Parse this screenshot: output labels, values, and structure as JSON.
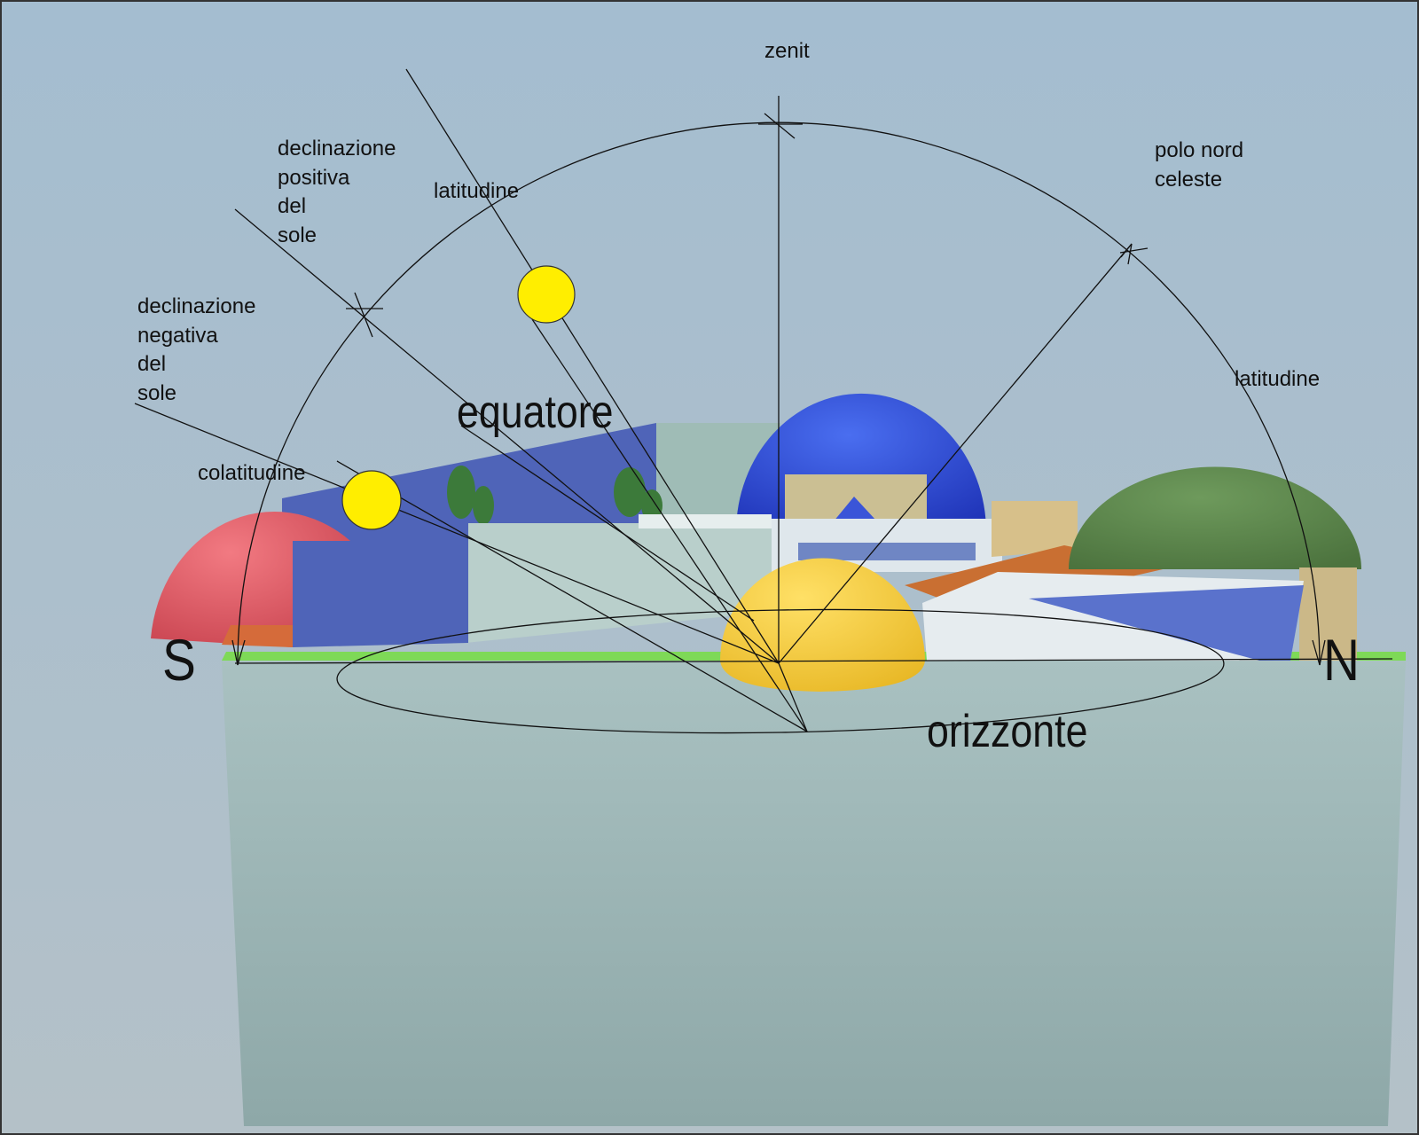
{
  "labels": {
    "zenit": "zenit",
    "declinazione_positiva": "declinazione\npositiva\ndel\nsole",
    "latitudine_left": "latitudine",
    "polo_nord": "polo nord\nceleste",
    "declinazione_negativa": "declinazione\nnegativa\ndel\nsole",
    "latitudine_right": "latitudine",
    "equatore": "equatore",
    "colatitudine": "colatitudine",
    "orizzonte": "orizzonte",
    "south": "S",
    "north": "N"
  },
  "colors": {
    "sky": "#a9bccb",
    "platform": "#9fb6b6",
    "grass": "#7ed957",
    "red_dome": "#e8636b",
    "blue_dome": "#3a55d8",
    "green_dome": "#5f8a4e",
    "yellow_dome": "#f2cc3a",
    "wall_blue": "#4f64b8",
    "sun": "#ffee00",
    "ink": "#111111"
  }
}
